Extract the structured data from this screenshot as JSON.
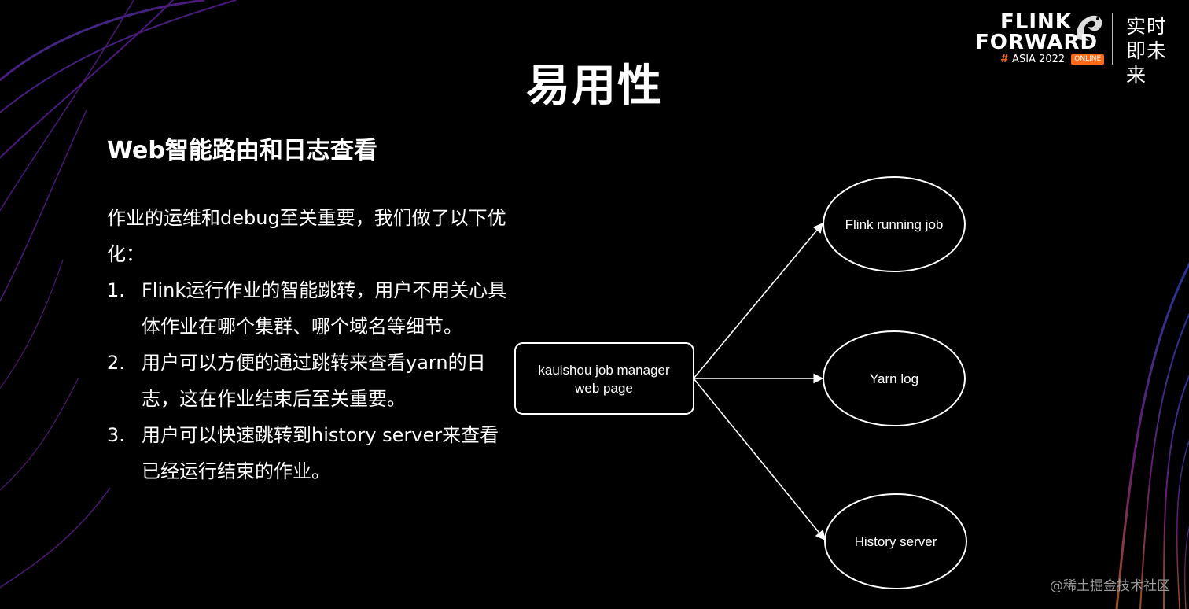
{
  "slide": {
    "title": "易用性",
    "subtitle": "Web智能路由和日志查看",
    "intro": "作业的运维和debug至关重要，我们做了以下优化：",
    "list": [
      {
        "num": "1.",
        "text": "Flink运行作业的智能跳转，用户不用关心具体作业在哪个集群、哪个域名等细节。"
      },
      {
        "num": "2.",
        "text": "用户可以方便的通过跳转来查看yarn的日志，这在作业结束后至关重要。"
      },
      {
        "num": "3.",
        "text": "用户可以快速跳转到history server来查看已经运行结束的作业。"
      }
    ]
  },
  "logo": {
    "line1": "FLINK",
    "line2": "FORWARD",
    "hash": "#",
    "event": "ASIA 2022",
    "badge": "ONLINE",
    "slogan": "实时即未来",
    "accent_color": "#ff6a1a"
  },
  "diagram": {
    "source": {
      "line1": "kauishou job manager",
      "line2": "web page"
    },
    "targets": [
      "Flink running job",
      "Yarn log",
      "History server"
    ]
  },
  "watermark": "@稀土掘金技术社区"
}
